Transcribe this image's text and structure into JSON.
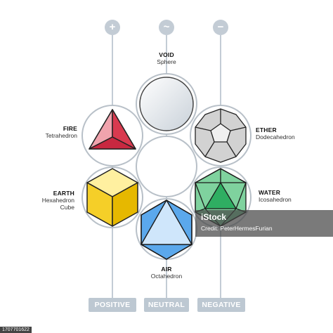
{
  "symbols": {
    "positive": "+",
    "neutral": "~",
    "negative": "−"
  },
  "elements": {
    "void": {
      "title": "VOID",
      "subtitle": "Sphere"
    },
    "fire": {
      "title": "FIRE",
      "subtitle": "Tetrahedron"
    },
    "ether": {
      "title": "ETHER",
      "subtitle": "Dodecahedron"
    },
    "earth": {
      "title": "EARTH",
      "subtitle": "Hexahedron",
      "subtitle2": "Cube"
    },
    "water": {
      "title": "WATER",
      "subtitle": "Icosahedron"
    },
    "air": {
      "title": "AIR",
      "subtitle": "Octahedron"
    }
  },
  "footer": {
    "positive": "POSITIVE",
    "neutral": "NEUTRAL",
    "negative": "NEGATIVE"
  },
  "watermark": {
    "logo": "iStock",
    "credit": "Credit: PeterHermesFurian"
  },
  "stock_id": "1707701622",
  "colors": {
    "line": "#c3ccd5",
    "ring": "#b8c0c8",
    "fire": "#e0283c",
    "earth": "#f2c400",
    "air": "#2c8be0",
    "water": "#22a85a",
    "ether": "#bdbdbd",
    "void": "#e4e9ee"
  }
}
